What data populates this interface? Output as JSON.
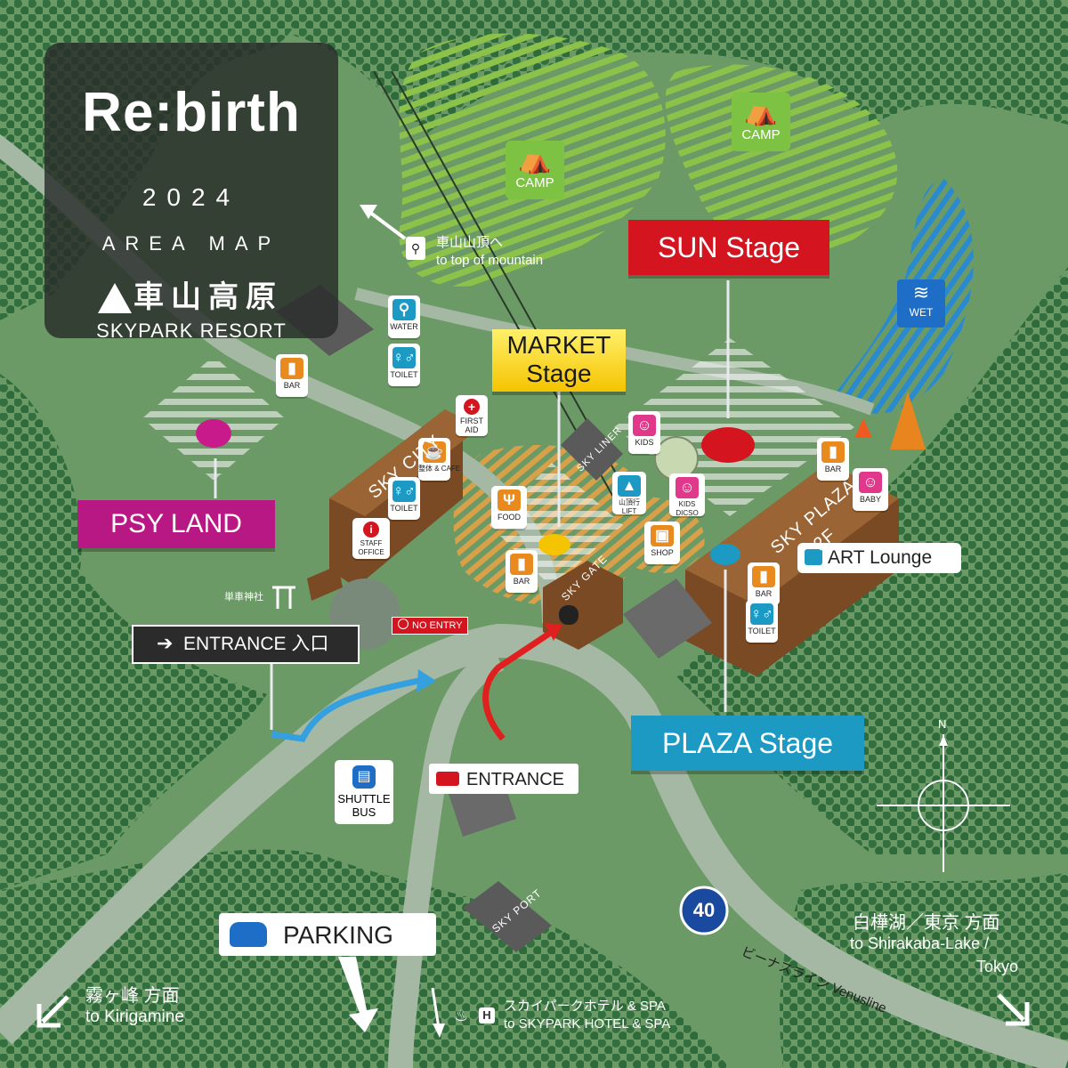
{
  "title_card": {
    "logo": "Re:birth",
    "year": "2024",
    "subtitle": "AREA MAP",
    "venue_jp": "車山高原",
    "venue_en": "SKYPARK RESORT"
  },
  "stages": {
    "sun": "SUN Stage",
    "market_line1": "MARKET",
    "market_line2": "Stage",
    "psy": "PSY LAND",
    "plaza": "PLAZA Stage"
  },
  "buildings": {
    "sky_city": "SKY CITY",
    "sky_plaza": "SKY PLAZA",
    "sky_plaza_floor": "2F",
    "sky_liner": "SKY LINER",
    "sky_gate": "SKY GATE",
    "sky_port": "SKY PORT"
  },
  "facilities": {
    "camp1": "CAMP",
    "camp2": "CAMP",
    "wet": "WET",
    "water": "WATER",
    "toilet1": "TOILET",
    "bar1": "BAR",
    "first_aid": "FIRST AID",
    "cafe": "整体 & CAFE",
    "toilet2": "TOILET",
    "staff_office": "STAFF OFFICE",
    "food": "FOOD",
    "bar2": "BAR",
    "kids": "KIDS",
    "lift": "山頂行 LIFT",
    "kids_disco": "KIDS DICSO",
    "shop": "SHOP",
    "bar3": "BAR",
    "baby": "BABY",
    "bar4": "BAR",
    "toilet3": "TOILET",
    "art_lounge": "ART Lounge",
    "shuttle_bus_line1": "SHUTTLE",
    "shuttle_bus_line2": "BUS"
  },
  "directions": {
    "summit_jp": "車山山頂へ",
    "summit_en": "to top of mountain",
    "shrine": "単車神社",
    "no_entry": "NO ENTRY",
    "entrance_main": "ENTRANCE 入口",
    "entrance": "ENTRANCE",
    "parking": "PARKING",
    "kirigamine_jp": "霧ヶ峰 方面",
    "kirigamine_en": "to Kirigamine",
    "hotel_jp": "スカイパークホテル & SPA",
    "hotel_en": "to SKYPARK HOTEL & SPA",
    "shirakaba_jp": "白樺湖／東京 方面",
    "shirakaba_en1": "to Shirakaba-Lake /",
    "shirakaba_en2": "Tokyo",
    "route_number": "40",
    "venusline": "ビーナスライン Venusline",
    "north": "N"
  },
  "colors": {
    "forest": "#3c7a4a",
    "meadow": "#6c9a66",
    "road": "#a4b8a4",
    "sun_stage": "#d4141e",
    "market_stage": "#f5c400",
    "psy_land": "#b81884",
    "plaza_stage": "#1c9ac4",
    "camp": "#7dc242",
    "building": "#7a4a24"
  }
}
